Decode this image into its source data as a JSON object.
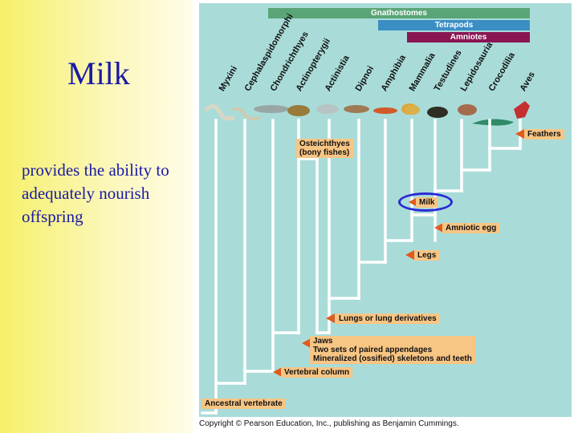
{
  "slide": {
    "title": "Milk",
    "body": "provides the ability to adequately nourish offspring"
  },
  "figure": {
    "bands": [
      "Gnathostomes",
      "Tetrapods",
      "Amniotes"
    ],
    "band_colors": [
      "#5aa577",
      "#3b8ec4",
      "#8a1553"
    ],
    "taxa": [
      "Myxini",
      "Cephalaspidomorphi",
      "Chondrichthyes",
      "Actinopterygii",
      "Actinistia",
      "Dipnoi",
      "Amphibia",
      "Mammalia",
      "Testudines",
      "Lepidosauria",
      "Crocodilia",
      "Aves"
    ],
    "characters": {
      "feathers": "Feathers",
      "osteichthyes": "Osteichthyes",
      "osteichthyes_sub": "(bony fishes)",
      "milk": "Milk",
      "amniotic_egg": "Amniotic egg",
      "legs": "Legs",
      "lungs": "Lungs or lung derivatives",
      "jaws_lines": [
        "Jaws",
        "Two sets of paired appendages",
        "Mineralized (ossified) skeletons and teeth"
      ],
      "vertebral_column": "Vertebral column",
      "ancestral": "Ancestral vertebrate"
    },
    "highlight_color": "#2a2ad6",
    "arrow_color": "#e25a1c",
    "copyright": "Copyright © Pearson Education, Inc., publishing as Benjamin Cummings."
  }
}
